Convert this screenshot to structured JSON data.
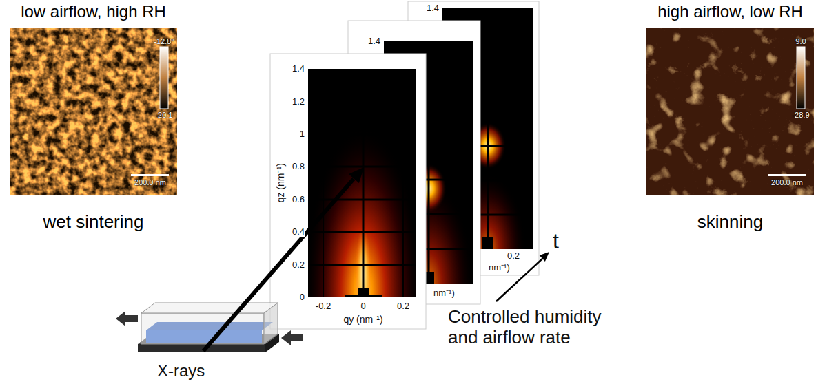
{
  "diagram": {
    "nodes": [
      {
        "text": [
          "low airflow, high RH",
          "wet sintering"
        ]
      },
      {
        "text": [
          "high airflow, low RH",
          "skinning"
        ]
      }
    ],
    "labels": [
      "-12.8°",
      "-20.1",
      "200.0 nm",
      "9.0",
      "-28.9",
      "200.0 nm",
      "1.4",
      "1.2",
      "1",
      "0.8",
      "0.6",
      "0.4",
      "0.2",
      "0",
      "qz (nm⁻¹)",
      "-0.2",
      "0",
      "0.2",
      "qy (nm⁻¹)",
      "1.4",
      "nm⁻¹)",
      "1.4",
      "0.2",
      "nm⁻¹)",
      "t",
      "X-rays",
      "Controlled humidity and airflow rate"
    ]
  }
}
